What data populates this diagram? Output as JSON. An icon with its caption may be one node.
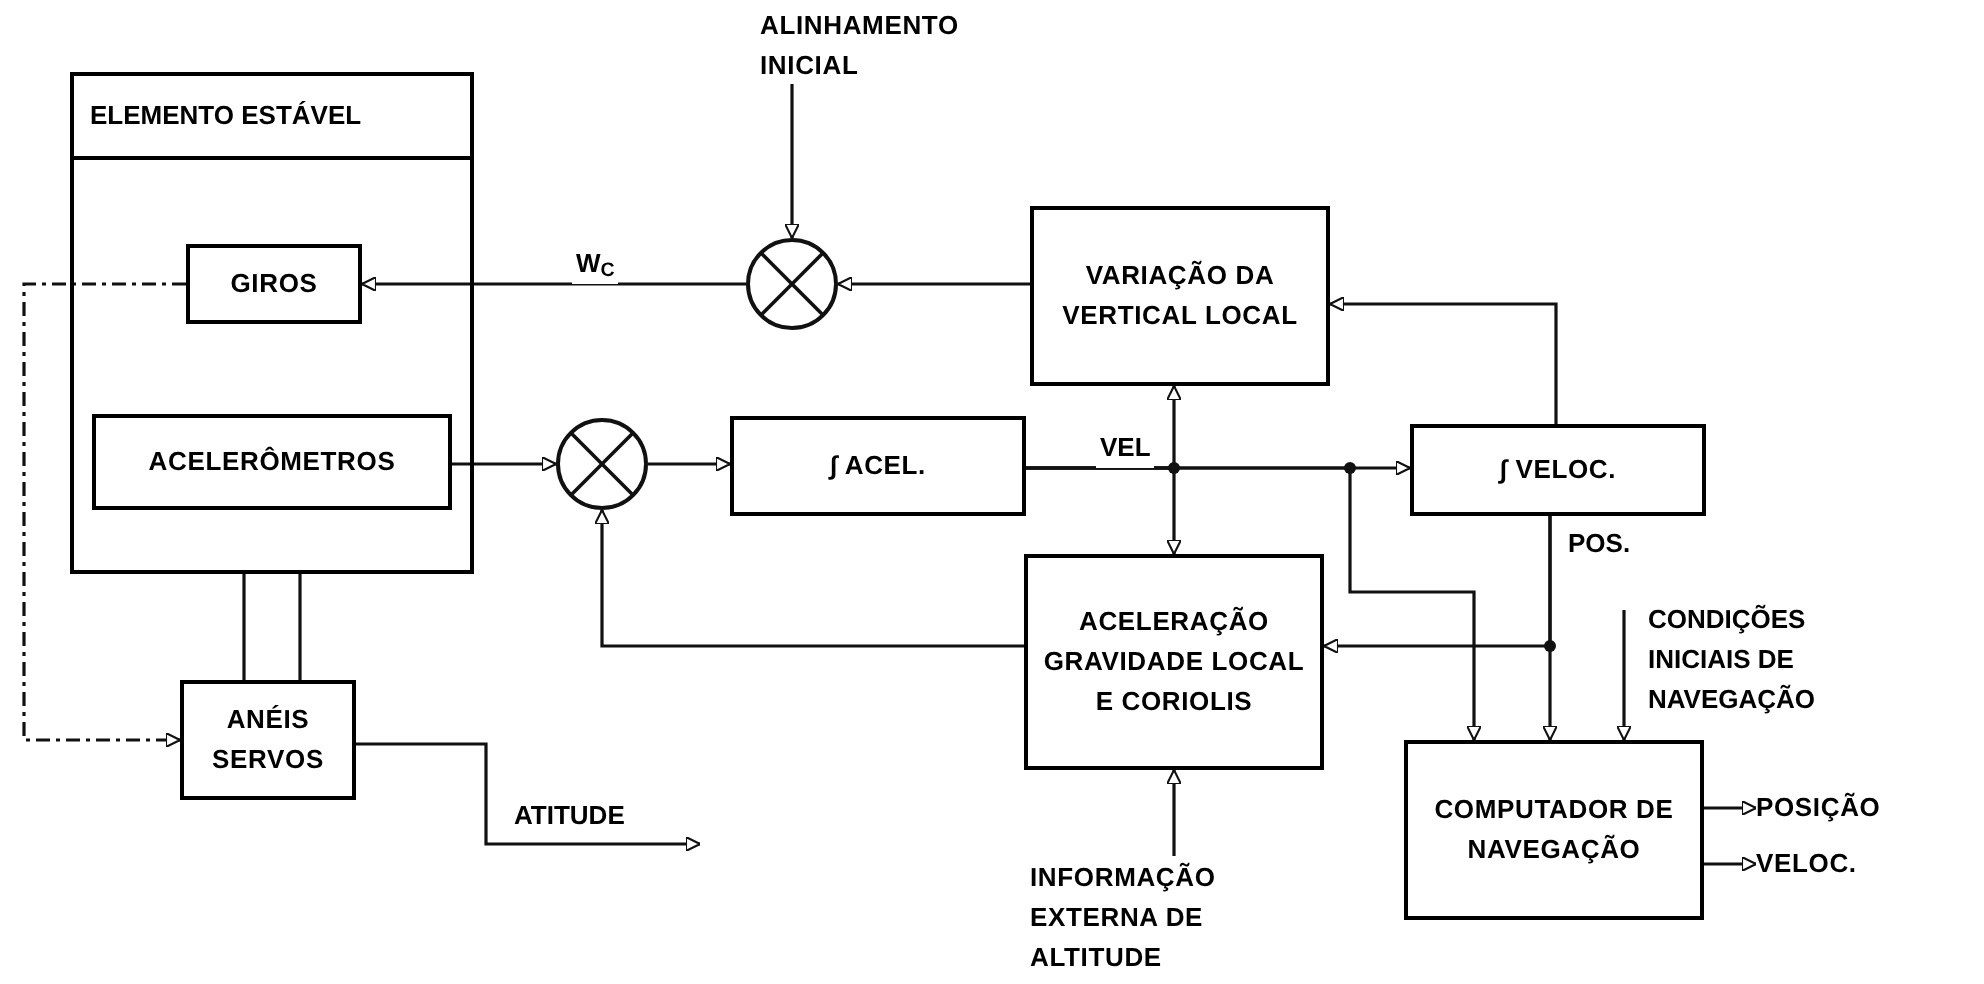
{
  "diagram": {
    "nodes": [
      {
        "text": [
          "ELEMENTO ESTÁVEL"
        ]
      },
      {
        "text": [
          "GIROS"
        ],
        "in": 0
      },
      {
        "text": [
          "ACELERÔMETROS"
        ],
        "in": 0
      },
      {
        "text": [
          "ANÉIS SERVOS"
        ]
      },
      {
        "text": [
          "ALINHAMENTO INICIAL"
        ]
      },
      {
        "text": [],
        "shape": "circle"
      },
      {
        "text": [
          "VARIAÇÃO DA VERTICAL LOCAL"
        ]
      },
      {
        "text": [],
        "shape": "circle"
      },
      {
        "text": [
          "∫ ACEL."
        ]
      },
      {
        "text": [
          "∫ VELOC."
        ]
      },
      {
        "text": [
          "ACELERAÇÃO GRAVIDADE LOCAL E CORIOLIS"
        ]
      },
      {
        "text": [
          "INFORMAÇÃO EXTERNA DE ALTITUDE"
        ]
      },
      {
        "text": [
          "COMPUTADOR DE NAVEGAÇÃO"
        ]
      },
      {
        "text": [
          "POSIÇÃO"
        ]
      },
      {
        "text": [
          "VELOC."
        ]
      }
    ],
    "edges": [
      {
        "from": 5,
        "to": 1,
        "arrow": "to",
        "label": "W$_{C}$"
      },
      {
        "from": 4,
        "to": 5,
        "arrow": "to"
      },
      {
        "from": 6,
        "to": 5,
        "arrow": "to"
      },
      {
        "from": 2,
        "to": 7,
        "arrow": "to"
      },
      {
        "from": 7,
        "to": 8,
        "arrow": "to"
      },
      {
        "from": 8,
        "to": 9,
        "arrow": "to",
        "label": "VEL"
      },
      {
        "from": 8,
        "to": 6,
        "arrow": "to"
      },
      {
        "from": 8,
        "to": 10,
        "arrow": "to"
      },
      {
        "from": 8,
        "to": 12,
        "arrow": "to"
      },
      {
        "from": 9,
        "to": 6,
        "arrow": "to"
      },
      {
        "from": 9,
        "to": 10,
        "arrow": "to",
        "label": "POS."
      },
      {
        "from": 9,
        "to": 12,
        "arrow": "to"
      },
      {
        "from": 10,
        "to": 7,
        "arrow": "to"
      },
      {
        "from": 11,
        "to": 10,
        "arrow": "to"
      },
      {
        "from": 1,
        "to": 3,
        "arrow": "to",
        "style": "dashed"
      },
      {
        "from": 0,
        "to": 3,
        "arrow": "none"
      },
      {
        "from": 0,
        "to": 3,
        "arrow": "none"
      },
      {
        "from": 3,
        "to": null,
        "arrow": "to",
        "label": "ATITUDE"
      },
      {
        "from": 12,
        "to": 13,
        "arrow": "to"
      },
      {
        "from": 12,
        "to": 14,
        "arrow": "to"
      },
      {
        "from": null,
        "to": 12,
        "arrow": "to",
        "label": "CONDIÇÕES INICIAIS DE NAVEGAÇÃO"
      }
    ]
  }
}
